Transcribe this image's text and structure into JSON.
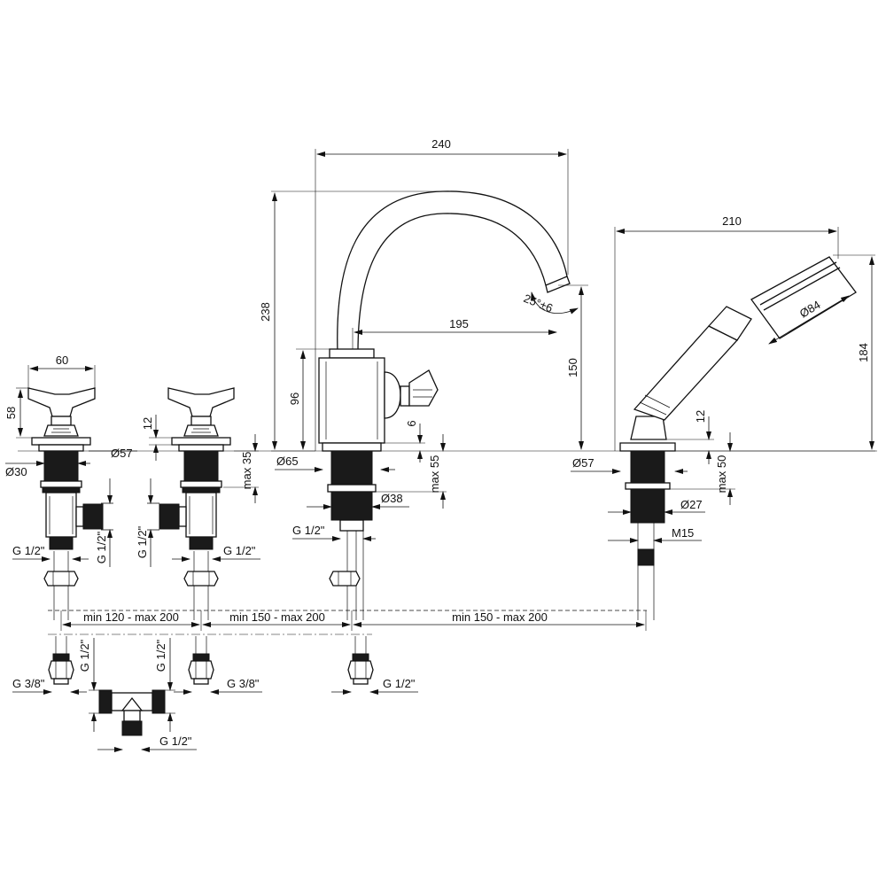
{
  "dimensions": {
    "spout_reach": "240",
    "spout_height": "238",
    "spout_projection": "195",
    "spout_outlet_height": "150",
    "spout_swivel_angle": "25°±6",
    "spout_body_height": "96",
    "spout_lever_offset": "6",
    "spout_base_diameter": "Ø65",
    "spout_deck_max": "max 55",
    "spout_shank_diameter": "Ø38",
    "spout_thread": "G 1/2\"",
    "handshower_reach": "210",
    "handshower_height": "184",
    "handshower_head_diameter": "Ø84",
    "handshower_base_offset": "12",
    "handshower_base_diameter": "Ø57",
    "handshower_deck_max": "max 50",
    "handshower_shank_diameter": "Ø27",
    "handshower_thread": "M15",
    "valve_handle_width": "60",
    "valve_handle_height": "58",
    "valve_base_offset": "12",
    "valve_base_diameter": "Ø57",
    "valve_shank_diameter": "Ø30",
    "valve_deck_max": "max 35",
    "valve_left_outlet_thread": "G 1/2\"",
    "valve_left_bottom_thread": "G 1/2\"",
    "valve_right_outlet_thread": "G 1/2\"",
    "valve_right_bottom_thread": "G 1/2\"",
    "spacing_1": "min 120 - max 200",
    "spacing_2": "min 150 - max 200",
    "spacing_3": "min 150 - max 200",
    "conn_left_thread": "G 3/8\"",
    "conn_left_vertical": "G 1/2\"",
    "conn_mid_vertical": "G 1/2\"",
    "conn_mid_thread": "G 3/8\"",
    "conn_right_thread": "G 1/2\"",
    "mixer_thread": "G 1/2\""
  }
}
